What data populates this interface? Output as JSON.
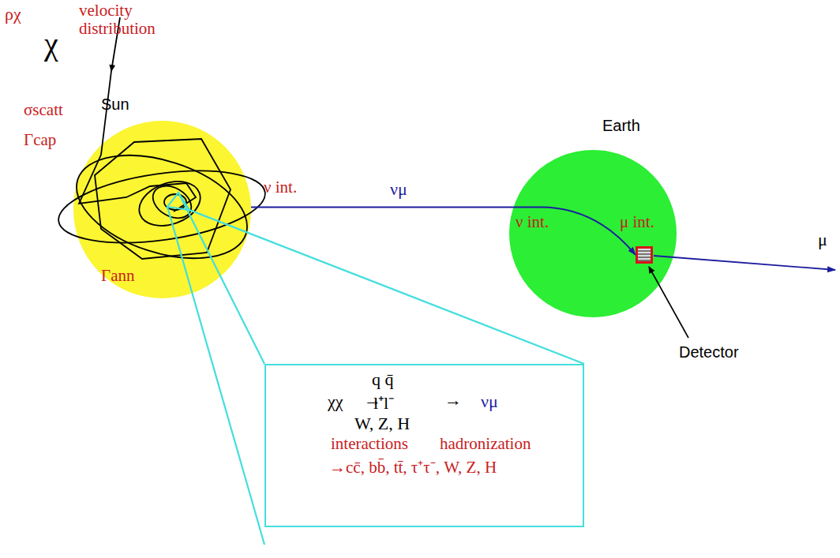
{
  "diagram": {
    "nodes": [
      {
        "text": [
          "Sun"
        ]
      },
      {
        "text": [
          "Earth",
          "ν int.",
          "μ int."
        ]
      },
      {
        "text": [
          "Detector"
        ],
        "in": 1
      },
      {
        "text": [
          "χχ",
          "→",
          "q q̄",
          "l⁺l⁻",
          "W, Z, H",
          "→",
          "νμ",
          "interactions",
          "hadronization",
          "→cc̄, bb̄, tt̄, τ⁺τ⁻, W, Z, H"
        ]
      }
    ],
    "edges": [
      {
        "from": 0,
        "to": 2,
        "arrow": "to",
        "label": "νμ"
      }
    ],
    "labels": [
      "ρχ",
      "velocity distribution",
      "χ",
      "σscatt",
      "Γcap",
      "Γann",
      "ν int.",
      "μ"
    ]
  }
}
